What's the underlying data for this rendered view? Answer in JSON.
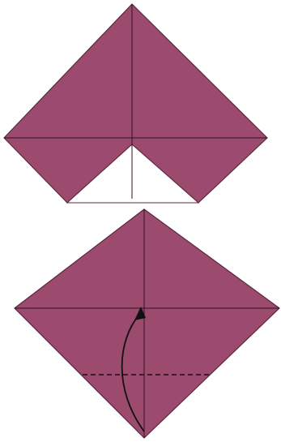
{
  "diagram": {
    "steps": [
      {
        "name": "step-folded-square",
        "paper_color": "#9c4a6e",
        "inner_flap_color": "#ffffff"
      },
      {
        "name": "step-square-with-fold",
        "paper_color": "#9c4a6e",
        "fold_line": "valley",
        "arrow": "fold-up"
      }
    ]
  }
}
